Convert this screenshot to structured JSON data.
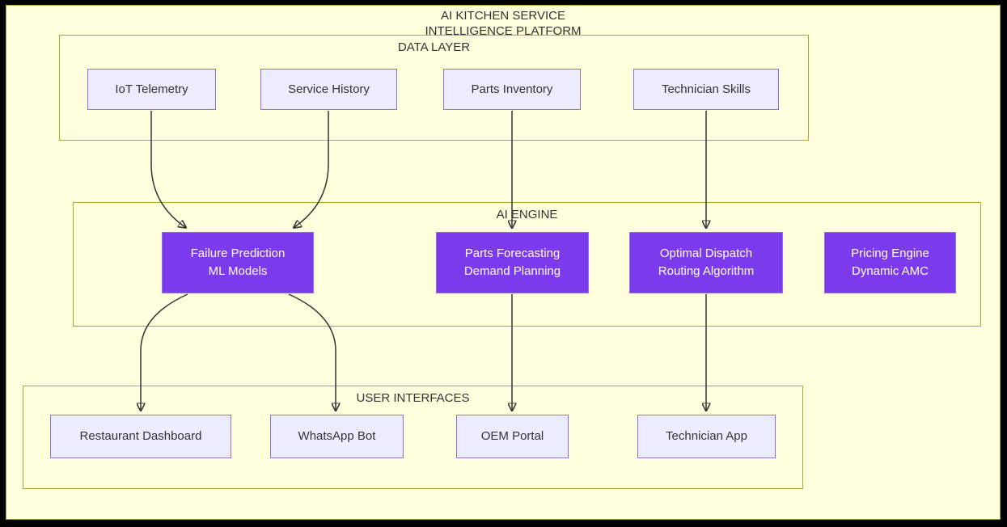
{
  "title": {
    "line1": "AI KITCHEN SERVICE",
    "line2": "INTELLIGENCE PLATFORM"
  },
  "clusters": {
    "data_layer": {
      "label": "DATA LAYER"
    },
    "ai_engine": {
      "label": "AI ENGINE"
    },
    "user_interfaces": {
      "label": "USER INTERFACES"
    }
  },
  "nodes": {
    "iot_telemetry": {
      "label": "IoT Telemetry"
    },
    "service_history": {
      "label": "Service History"
    },
    "parts_inventory": {
      "label": "Parts Inventory"
    },
    "technician_skills": {
      "label": "Technician Skills"
    },
    "failure_prediction": {
      "line1": "Failure Prediction",
      "line2": "ML Models"
    },
    "parts_forecasting": {
      "line1": "Parts Forecasting",
      "line2": "Demand Planning"
    },
    "optimal_dispatch": {
      "line1": "Optimal Dispatch",
      "line2": "Routing Algorithm"
    },
    "pricing_engine": {
      "line1": "Pricing Engine",
      "line2": "Dynamic AMC"
    },
    "restaurant_dashboard": {
      "label": "Restaurant Dashboard"
    },
    "whatsapp_bot": {
      "label": "WhatsApp Bot"
    },
    "oem_portal": {
      "label": "OEM Portal"
    },
    "technician_app": {
      "label": "Technician App"
    }
  },
  "edges": [
    {
      "from": "IoT Telemetry",
      "to": "Failure Prediction ML Models"
    },
    {
      "from": "Service History",
      "to": "Failure Prediction ML Models"
    },
    {
      "from": "Parts Inventory",
      "to": "Parts Forecasting Demand Planning"
    },
    {
      "from": "Technician Skills",
      "to": "Optimal Dispatch Routing Algorithm"
    },
    {
      "from": "Failure Prediction ML Models",
      "to": "Restaurant Dashboard"
    },
    {
      "from": "Failure Prediction ML Models",
      "to": "WhatsApp Bot"
    },
    {
      "from": "Parts Forecasting Demand Planning",
      "to": "OEM Portal"
    },
    {
      "from": "Optimal Dispatch Routing Algorithm",
      "to": "Technician App"
    }
  ],
  "colors": {
    "background": "#FFFFDE",
    "frame": "#000000",
    "cluster_border": "#AAAA33",
    "node_fill": "#ECECFF",
    "node_border": "#9370DB",
    "accent_purple": "#7C3AED",
    "accent_text": "#FFFFFF",
    "arrow": "#333333",
    "text": "#333333"
  }
}
